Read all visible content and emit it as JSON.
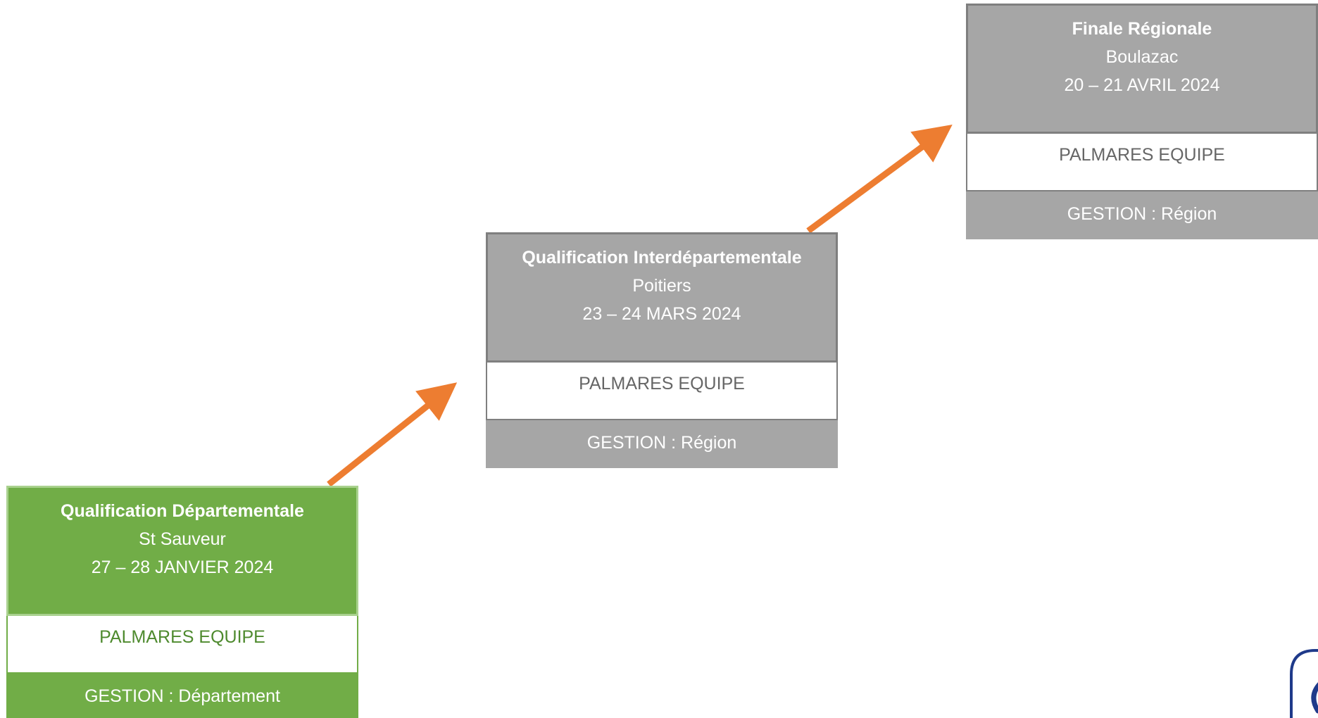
{
  "stages": [
    {
      "title": "Qualification Départementale",
      "location": "St Sauveur",
      "dates": "27 – 28 JANVIER 2024",
      "palmares": "PALMARES EQUIPE",
      "gestion": "GESTION : Département",
      "color": "#71ad47"
    },
    {
      "title": "Qualification Interdépartementale",
      "location": "Poitiers",
      "dates": "23 – 24 MARS 2024",
      "palmares": "PALMARES EQUIPE",
      "gestion": "GESTION : Région",
      "color": "#a6a6a6"
    },
    {
      "title": "Finale Régionale",
      "location": "Boulazac",
      "dates": "20 – 21 AVRIL 2024",
      "palmares": "PALMARES EQUIPE",
      "gestion": "GESTION : Région",
      "color": "#a6a6a6"
    }
  ],
  "arrow_color": "#ed7d31",
  "logo_color": "#1f3a8a",
  "icons": [
    "arrow-up-right-icon",
    "logo-icon"
  ]
}
